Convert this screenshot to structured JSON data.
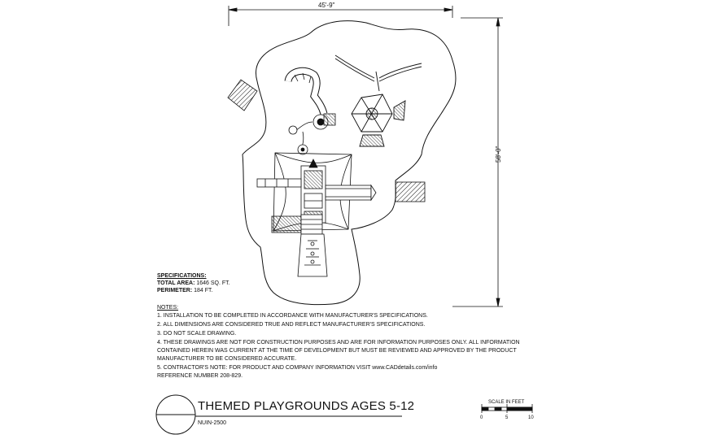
{
  "dimensions": {
    "width_label": "45'-9\"",
    "height_label": "58'-0\""
  },
  "specifications": {
    "heading": "SPECIFICATIONS:",
    "total_area_label": "TOTAL AREA:",
    "total_area_value": "1646 SQ. FT.",
    "perimeter_label": "PERIMETER:",
    "perimeter_value": "184 FT."
  },
  "notes": {
    "heading": "NOTES:",
    "lines": [
      "1.  INSTALLATION TO BE COMPLETED IN ACCORDANCE WITH MANUFACTURER'S SPECIFICATIONS.",
      "2.  ALL DIMENSIONS ARE CONSIDERED TRUE AND REFLECT MANUFACTURER'S SPECIFICATIONS.",
      "3.  DO NOT SCALE DRAWING.",
      "4.  THESE DRAWINGS ARE NOT FOR CONSTRUCTION PURPOSES AND ARE FOR INFORMATION PURPOSES ONLY.  ALL INFORMATION",
      "     CONTAINED HEREIN WAS CURRENT AT THE TIME OF DEVELOPMENT BUT MUST BE REVIEWED AND APPROVED BY THE PRODUCT",
      "     MANUFACTURER TO BE CONSIDERED ACCURATE.",
      "5.  CONTRACTOR'S NOTE: FOR PRODUCT AND COMPANY INFORMATION VISIT www.CADdetails.com/info",
      "     REFERENCE NUMBER 208-829."
    ]
  },
  "title_block": {
    "title": "THEMED PLAYGROUNDS AGES 5-12",
    "subtitle": "NUIN-2500"
  },
  "scale_bar": {
    "label": "SCALE IN FEET",
    "ticks": [
      "0",
      "5",
      "10"
    ]
  }
}
